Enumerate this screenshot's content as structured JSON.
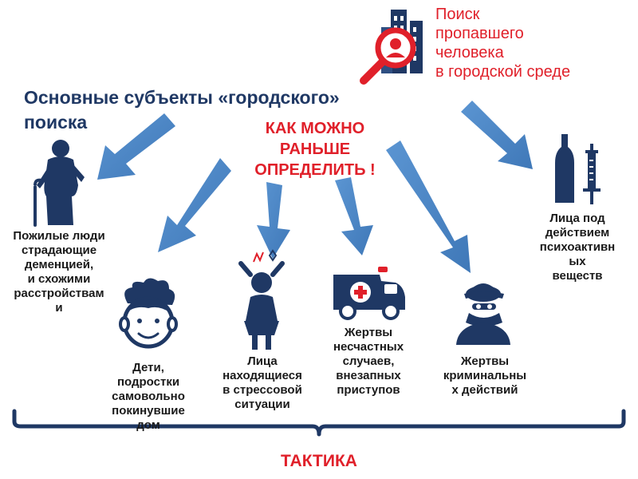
{
  "header": {
    "search_title": "Поиск\nпропавшего\nчеловека\nв городской среде"
  },
  "main_title": "Основные субъекты «городского»\nпоиска",
  "central_text": "КАК МОЖНО\nРАНЬШЕ\nОПРЕДЕЛИТЬ !",
  "groups": [
    {
      "id": "elderly",
      "label": "Пожилые люди\nстрадающие\nдеменцией,\nи схожими\nрасстройствам\nи",
      "icon": "elderly-person-icon"
    },
    {
      "id": "children",
      "label": "Дети,\nподростки\nсамовольно\nпокинувшие\nдом",
      "icon": "child-face-icon"
    },
    {
      "id": "stress",
      "label": "Лица\nнаходящиеся\nв стрессовой\nситуации",
      "icon": "stressed-person-icon"
    },
    {
      "id": "accidents",
      "label": "Жертвы\nнесчастных\nслучаев,\nвнезапных\nприступов",
      "icon": "ambulance-icon"
    },
    {
      "id": "criminal",
      "label": "Жертвы\nкриминальны\nх действий",
      "icon": "masked-criminal-icon"
    },
    {
      "id": "substances",
      "label": "Лица под\nдействием\nпсихоактивн\nых\nвеществ",
      "icon": "bottle-syringe-icon"
    }
  ],
  "footer": {
    "tactic": "ТАКТИКА"
  },
  "colors": {
    "accent_red": "#e0202a",
    "navy": "#1f3864",
    "arrow_blue": "#4a86c6",
    "icon_dark": "#1f3864"
  }
}
